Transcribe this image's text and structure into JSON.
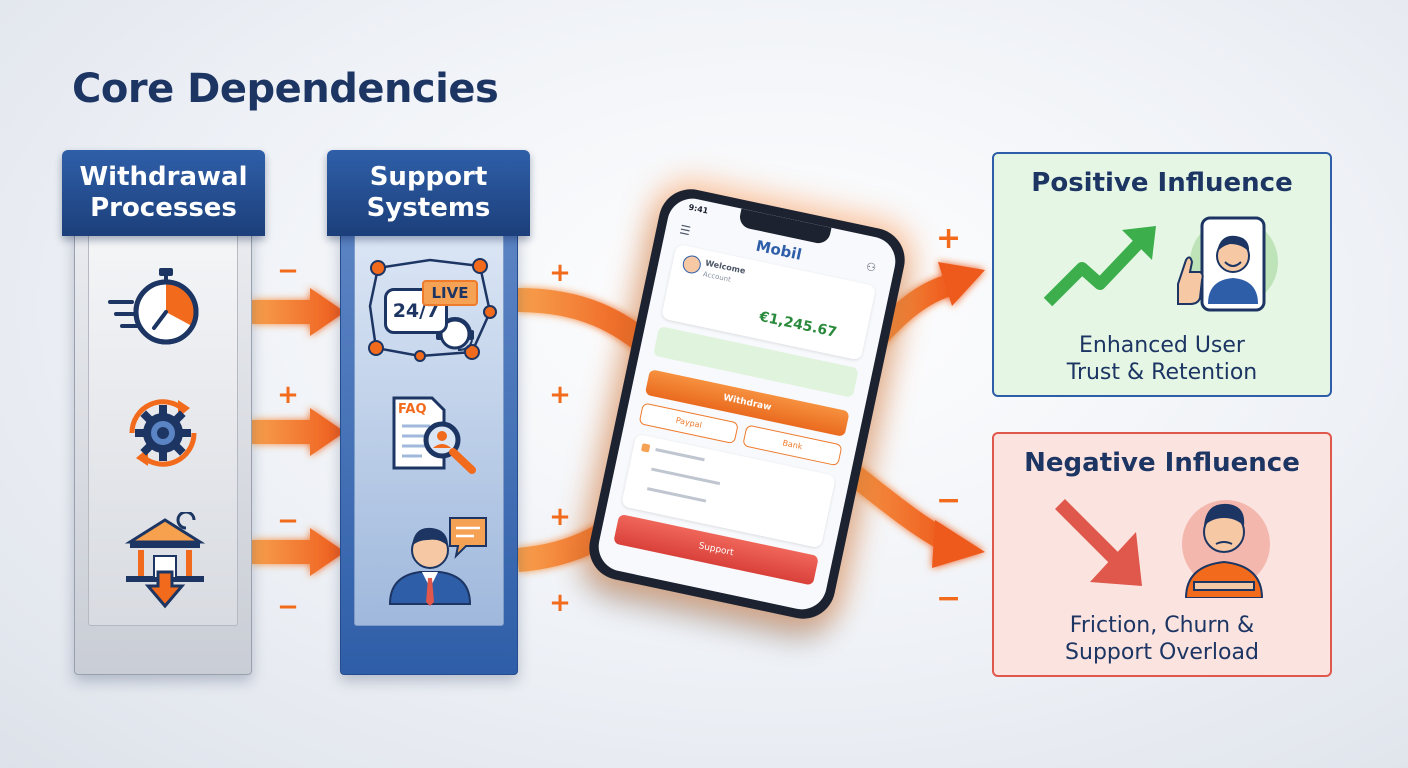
{
  "title": "Core Dependencies",
  "columns": [
    {
      "title_line1": "Withdrawal",
      "title_line2": "Processes"
    },
    {
      "title_line1": "Support",
      "title_line2": "Systems"
    }
  ],
  "support_icons": {
    "badge_247": "24/7",
    "badge_live": "LIVE",
    "badge_faq": "FAQ"
  },
  "signs": {
    "row1_left": "−",
    "row1_right": "+",
    "row2_left": "+",
    "row2_right": "+",
    "row3_left_top": "−",
    "row3_left_bottom": "−",
    "row3_right_top": "+",
    "row3_right_bottom": "+",
    "positive": "+",
    "negative": "−"
  },
  "phone": {
    "time": "9:41",
    "app_name": "Mobil",
    "greeting": "Welcome",
    "sub": "Account",
    "balance": "€1,245.67",
    "withdraw_label": "Withdraw",
    "option1": "Paypal",
    "option2": "Bank",
    "support_label": "Support"
  },
  "outcomes": {
    "positive": {
      "title": "Positive Influence",
      "desc_line1": "Enhanced User",
      "desc_line2": "Trust & Retention"
    },
    "negative": {
      "title": "Negative Influence",
      "desc_line1": "Friction, Churn &",
      "desc_line2": "Support Overload"
    }
  },
  "colors": {
    "navy": "#1c3563",
    "blue": "#2f5ea8",
    "orange": "#f26a1b",
    "green": "#3cae4c",
    "red": "#e0574b"
  }
}
